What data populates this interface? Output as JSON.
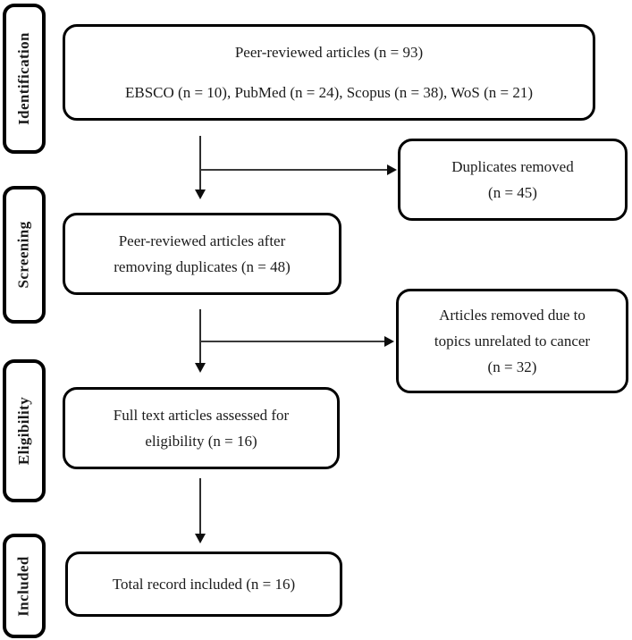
{
  "palette": {
    "background": "#ffffff",
    "box_border": "#000000",
    "text": "#1b1b1b",
    "arrow_line": "#2e2e2e",
    "arrow_head": "#0d0d0d"
  },
  "stages": [
    {
      "id": "identification",
      "label": "Identification"
    },
    {
      "id": "screening",
      "label": "Screening"
    },
    {
      "id": "eligibility",
      "label": "Eligibility"
    },
    {
      "id": "included",
      "label": "Included"
    }
  ],
  "boxes": {
    "records_identified": {
      "line1": "Peer-reviewed articles (n = 93)",
      "line2": "EBSCO (n = 10), PubMed (n = 24), Scopus (n = 38), WoS (n = 21)"
    },
    "duplicates_removed": {
      "line1": "Duplicates removed",
      "line2": "(n = 45)"
    },
    "records_screened": {
      "line1": "Peer-reviewed articles after",
      "line2": "removing duplicates (n = 48)"
    },
    "records_excluded": {
      "line1": "Articles removed due to",
      "line2": "topics unrelated to cancer",
      "line3": "(n = 32)"
    },
    "fulltext_assessed": {
      "line1": "Full text articles assessed for",
      "line2": "eligibility (n = 16)"
    },
    "records_included": {
      "line1": "Total record included (n = 16)"
    }
  }
}
